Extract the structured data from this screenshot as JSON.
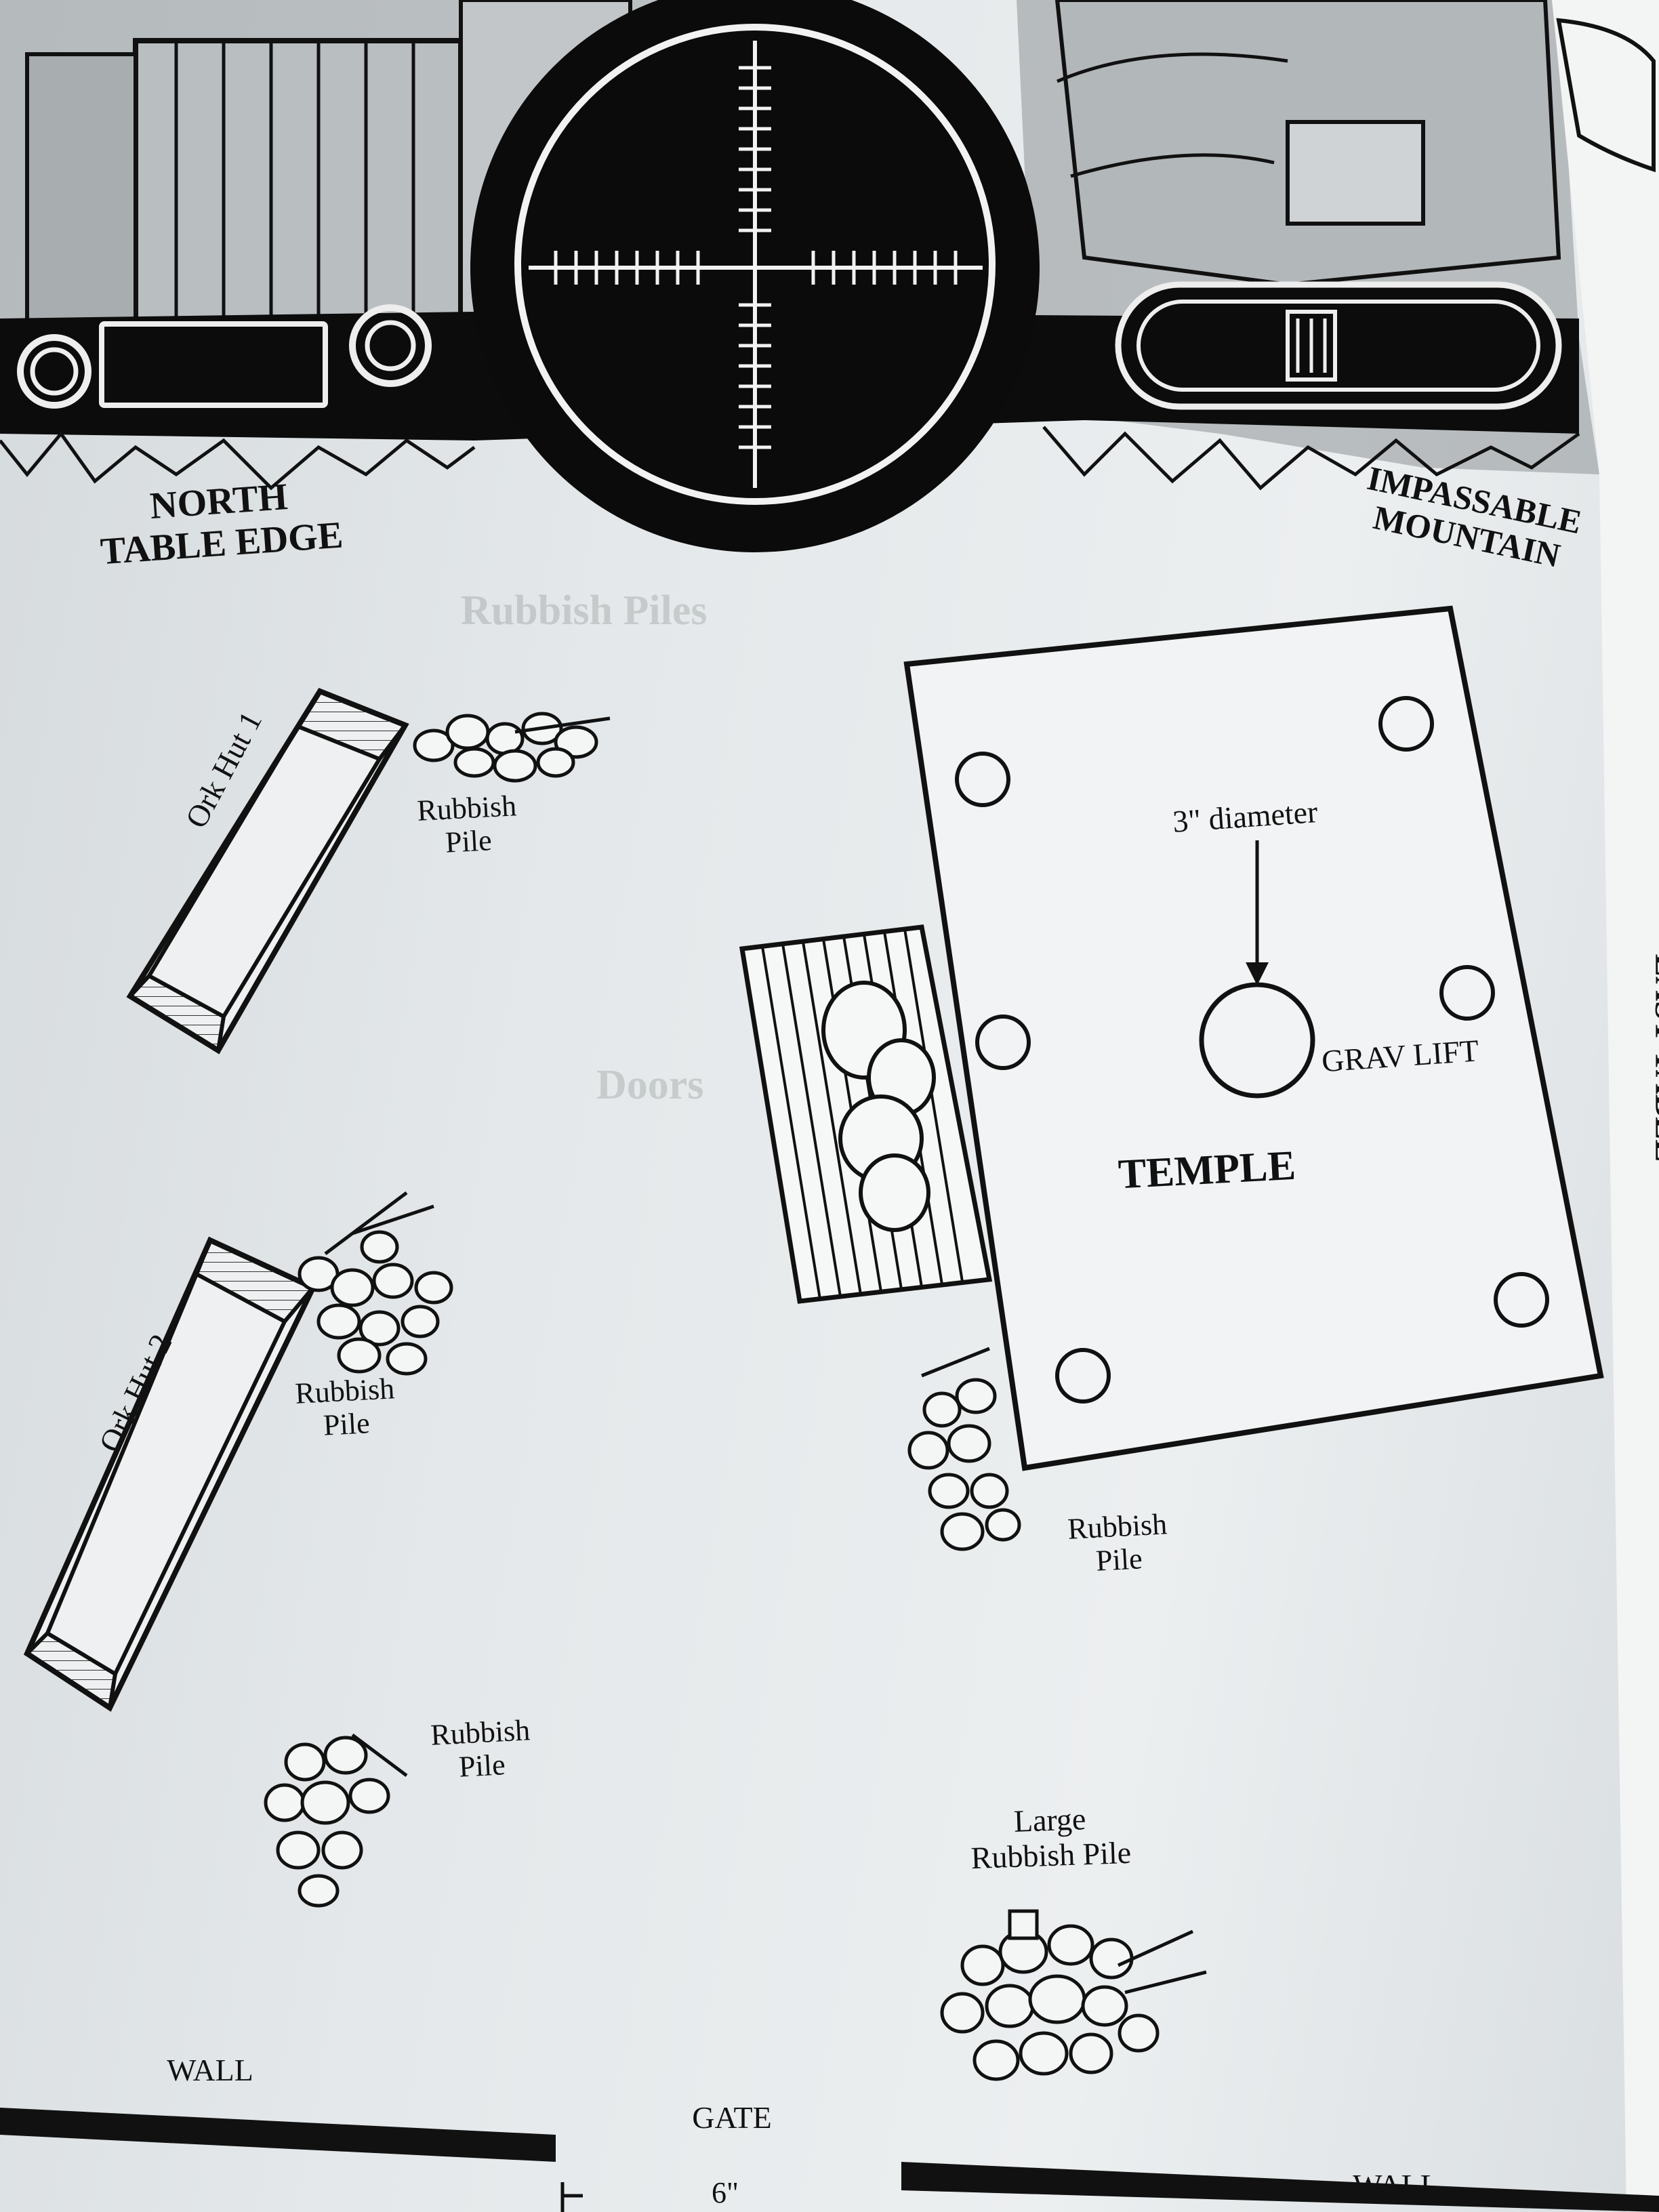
{
  "map": {
    "table_edges": {
      "north": "NORTH\nTABLE EDGE",
      "east": "EAST TABLE"
    },
    "terrain": {
      "mountain": "IMPASSABLE\nMOUNTAIN",
      "temple": "TEMPLE",
      "grav_lift": "GRAV LIFT",
      "grav_lift_note": "3\" diameter",
      "ork_hut_1": "Ork Hut 1",
      "ork_hut_2": "Ork Hut 2",
      "rubbish_pile": "Rubbish\nPile",
      "large_rubbish_pile": "Large\nRubbish Pile",
      "wall": "WALL",
      "gate": "GATE",
      "gate_width": "6\""
    }
  },
  "bleed_through": {
    "heading_1": "Rubbish Piles",
    "heading_2": "Doors"
  },
  "colors": {
    "ink": "#111111",
    "paper": "#e4e8ea"
  }
}
